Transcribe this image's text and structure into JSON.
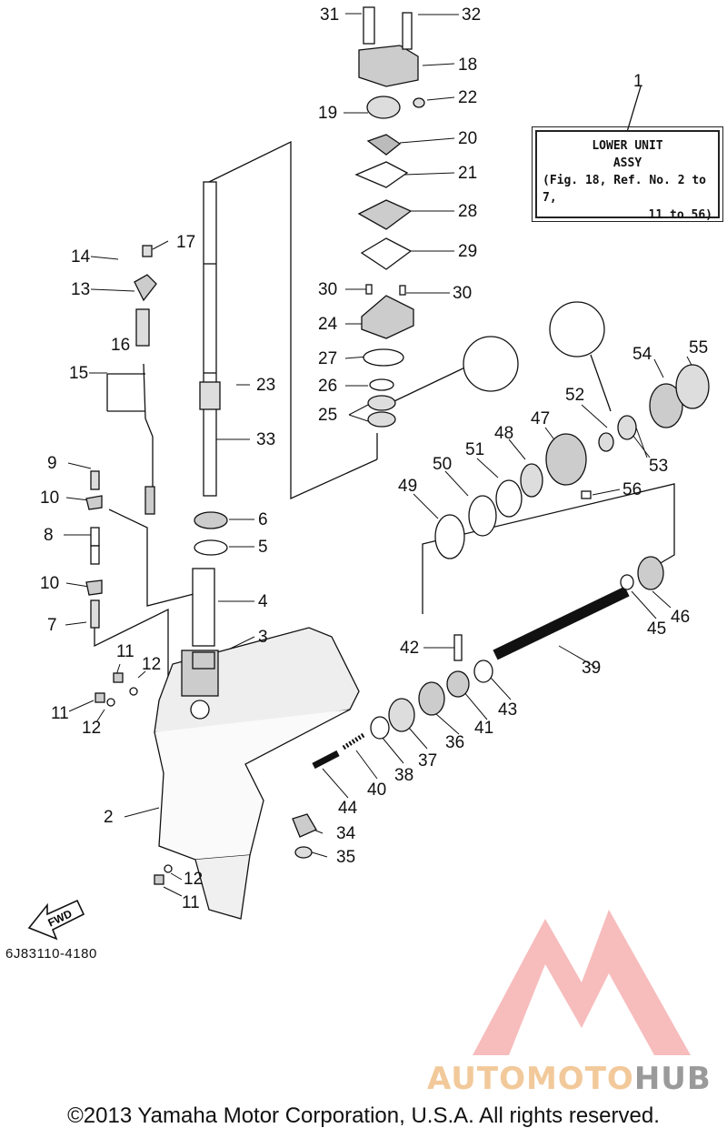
{
  "note": {
    "ref_number": "1",
    "line1": "LOWER UNIT",
    "line2": "ASSY",
    "line3": "(Fig. 18, Ref. No. 2 to 7,",
    "line4": "11 to 56)"
  },
  "fwd_label": "FWD",
  "ref_code": "6J83110-4180",
  "copyright": "©2013 Yamaha Motor Corporation, U.S.A. All rights reserved.",
  "watermark": {
    "part1": "AUTOMOTO",
    "part2": "HUB",
    "colors": {
      "logo": "#f4a6a6",
      "text1": "#f2c99a",
      "text2": "#9a9a9a"
    }
  },
  "callouts": [
    "31",
    "32",
    "18",
    "22",
    "19",
    "20",
    "21",
    "28",
    "29",
    "30",
    "30",
    "24",
    "27",
    "26",
    "25",
    "14",
    "17",
    "13",
    "16",
    "15",
    "23",
    "33",
    "9",
    "10",
    "8",
    "10",
    "7",
    "6",
    "5",
    "4",
    "3",
    "11",
    "12",
    "11",
    "12",
    "2",
    "12",
    "11",
    "55",
    "54",
    "52",
    "47",
    "48",
    "51",
    "50",
    "49",
    "53",
    "56",
    "46",
    "45",
    "39",
    "42",
    "43",
    "41",
    "36",
    "37",
    "38",
    "40",
    "44",
    "34",
    "35"
  ]
}
